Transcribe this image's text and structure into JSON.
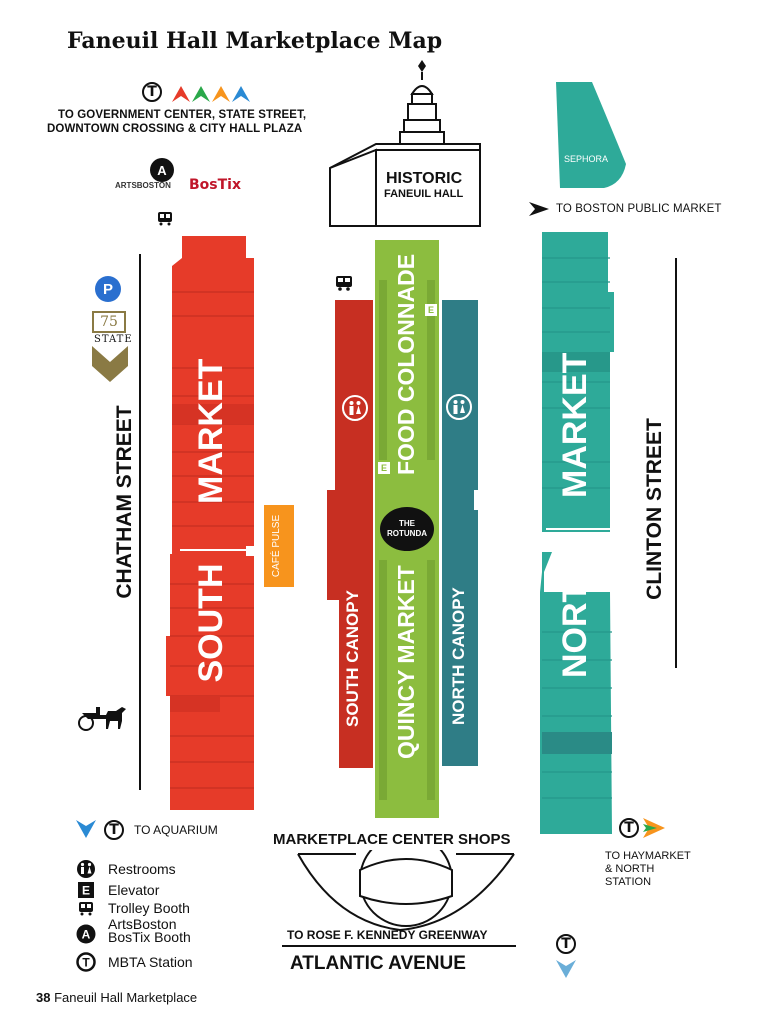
{
  "title": "Faneuil Hall Marketplace Map",
  "colors": {
    "south_market": "#e63b29",
    "south_canopy": "#c72f22",
    "quincy_market": "#8cbd3f",
    "north_canopy": "#2f7d86",
    "north_market": "#2eaa99",
    "cafe_pulse": "#f7941d"
  },
  "labels": {
    "to_government": "TO GOVERNMENT CENTER, STATE STREET,",
    "to_government_2": "DOWNTOWN CROSSING & CITY HALL PLAZA",
    "historic": "HISTORIC",
    "faneuil_hall": "FANEUIL HALL",
    "sephora": "SEPHORA",
    "to_boston_public_market": "TO BOSTON PUBLIC MARKET",
    "chatham_street": "CHATHAM STREET",
    "clinton_street": "CLINTON STREET",
    "south": "SOUTH",
    "market": "MARKET",
    "north": "NORTH",
    "north_market_word": "MARKET",
    "cafe_pulse": "CAFÉ PULSE",
    "south_canopy": "SOUTH CANOPY",
    "north_canopy": "NORTH CANOPY",
    "food_colonnade": "FOOD COLONNADE",
    "quincy_market": "QUINCY MARKET",
    "rotunda_1": "THE",
    "rotunda_2": "ROTUNDA",
    "to_aquarium": "TO AQUARIUM",
    "marketplace_center": "MARKETPLACE CENTER SHOPS",
    "to_haymarket_1": "TO HAYMARKET",
    "to_haymarket_2": "& NORTH",
    "to_haymarket_3": "STATION",
    "to_greenway": "TO ROSE F. KENNEDY GREENWAY",
    "atlantic_avenue": "ATLANTIC AVENUE",
    "parking_p": "P",
    "state_75": "75",
    "state_word": "STATE",
    "arts_boston": "ARTSBOSTON",
    "bostix": "BosTix",
    "elevator_e": "E",
    "mbta_t": "T",
    "arts_a": "A"
  },
  "legend": [
    {
      "icon": "restroom-icon",
      "label": "Restrooms"
    },
    {
      "icon": "elevator-icon",
      "label": "Elevator"
    },
    {
      "icon": "trolley-icon",
      "label": "Trolley Booth"
    },
    {
      "icon": "artsboston-icon",
      "label": "ArtsBoston"
    },
    {
      "icon": "artsboston-icon-line2",
      "label": "BosTix Booth"
    },
    {
      "icon": "mbta-icon",
      "label": "MBTA Station"
    }
  ],
  "footer": {
    "page_number": "38",
    "text": "Faneuil Hall Marketplace"
  }
}
